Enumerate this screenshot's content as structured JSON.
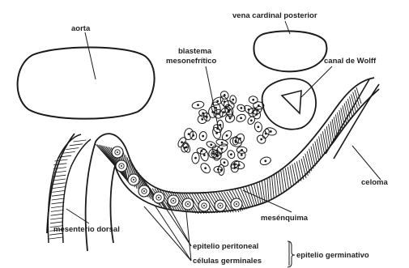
{
  "labels": {
    "aorta": "aorta",
    "vena": "vena cardinal posterior",
    "blastema_1": "blastema",
    "blastema_2": "mesonefrítico",
    "canal": "canal de Wolff",
    "celoma": "celoma",
    "mesenquima": "mesénquima",
    "mesenterio": "mesenterio dorsal",
    "epitelio_peritoneal": "epitelio peritoneal",
    "celulas_germinales": "células germinales",
    "epitelio_germinativo": "epitelio germinativo"
  }
}
